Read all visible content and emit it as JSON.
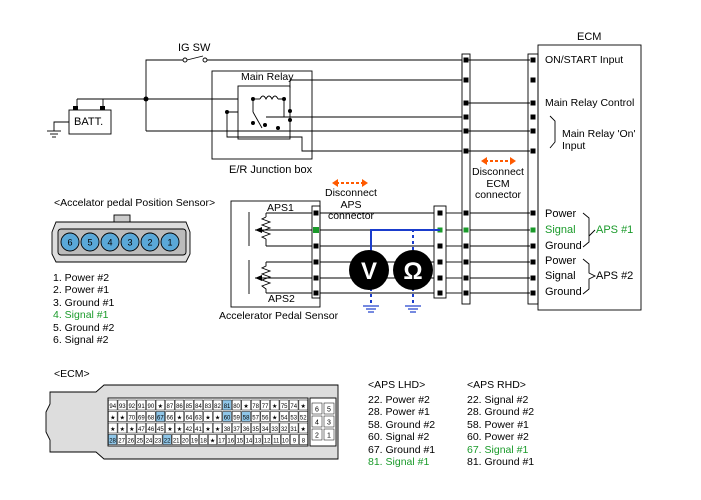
{
  "colors": {
    "green": "#1a9a2a",
    "orange": "#ff5a00",
    "blue": "#1a3ccc"
  },
  "labels": {
    "ig_sw": "IG SW",
    "batt": "BATT.",
    "main_relay": "Main Relay",
    "junction_box": "E/R Junction box",
    "disc_aps": "Disconnect APS connector",
    "disc_ecm": "Disconnect ECM connector",
    "ecm": "ECM",
    "aps_section": "<Accelator pedal Position Sensor>",
    "aps1": "APS1",
    "aps2": "APS2",
    "accel_pedal_sensor": "Accelerator Pedal Sensor",
    "ecm_section": "<ECM>",
    "volt_symbol": "V",
    "ohm_symbol": "Ω"
  },
  "ecm_pins": {
    "on_start": "ON/START Input",
    "main_relay_control": "Main Relay Control",
    "main_relay_on": "Main Relay 'On' Input",
    "power1": "Power",
    "signal1": "Signal",
    "ground1": "Ground",
    "aps1_group": "APS #1",
    "power2": "Power",
    "signal2": "Signal",
    "ground2": "Ground",
    "aps2_group": "APS #2"
  },
  "aps_pin_numbers": [
    "6",
    "5",
    "4",
    "3",
    "2",
    "1"
  ],
  "aps_pins": [
    {
      "text": "1. Power #2"
    },
    {
      "text": "2. Power #1"
    },
    {
      "text": "3. Ground #1"
    },
    {
      "text": "4. Signal #1",
      "highlight": true
    },
    {
      "text": "5. Ground #2"
    },
    {
      "text": "6. Signal #2"
    }
  ],
  "lhd": {
    "title": "<APS LHD>",
    "items": [
      {
        "text": "22. Power #2"
      },
      {
        "text": "28. Power #1"
      },
      {
        "text": "58. Ground #2"
      },
      {
        "text": "60. Signal #2"
      },
      {
        "text": "67. Ground #1"
      },
      {
        "text": "81. Signal #1",
        "highlight": true
      }
    ]
  },
  "rhd": {
    "title": "<APS RHD>",
    "items": [
      {
        "text": "22. Signal #2"
      },
      {
        "text": "28. Ground #2"
      },
      {
        "text": "58. Power #1"
      },
      {
        "text": "60. Power #2"
      },
      {
        "text": "67. Signal #1",
        "highlight": true
      },
      {
        "text": "81. Ground #1"
      }
    ]
  },
  "ecm_connector": {
    "row1": [
      "94",
      "93",
      "92",
      "91",
      "90",
      "★",
      "87",
      "86",
      "85",
      "84",
      "83",
      "82",
      "81",
      "80",
      "★",
      "78",
      "77",
      "★",
      "75",
      "74",
      "★"
    ],
    "row2": [
      "★",
      "★",
      "70",
      "69",
      "68",
      "67",
      "66",
      "★",
      "64",
      "63",
      "★",
      "★",
      "60",
      "59",
      "58",
      "57",
      "56",
      "★",
      "54",
      "53",
      "52"
    ],
    "row3": [
      "★",
      "★",
      "★",
      "47",
      "46",
      "45",
      "★",
      "★",
      "42",
      "41",
      "★",
      "★",
      "38",
      "37",
      "36",
      "35",
      "34",
      "33",
      "32",
      "31",
      "★"
    ],
    "row4": [
      "28",
      "27",
      "26",
      "25",
      "24",
      "23",
      "22",
      "21",
      "20",
      "19",
      "18",
      "★",
      "17",
      "16",
      "15",
      "14",
      "13",
      "12",
      "11",
      "10",
      "9",
      "8"
    ],
    "side": [
      "6",
      "5",
      "4",
      "3",
      "2",
      "1"
    ]
  }
}
